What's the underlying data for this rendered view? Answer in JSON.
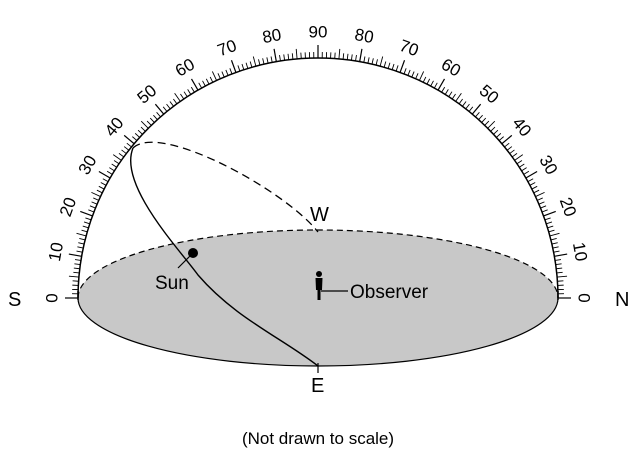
{
  "compass": {
    "south": "S",
    "north": "N",
    "west": "W",
    "east": "E"
  },
  "labels": {
    "sun": "Sun",
    "observer": "Observer",
    "caption": "(Not drawn to scale)"
  },
  "arc_scale": {
    "left_labels": [
      "0",
      "10",
      "20",
      "30",
      "40",
      "50",
      "60",
      "70",
      "80",
      "90"
    ],
    "right_labels": [
      "80",
      "70",
      "60",
      "50",
      "40",
      "30",
      "20",
      "10",
      "0"
    ],
    "minor_tick_step_deg": 1,
    "label_step_deg": 10
  },
  "colors": {
    "ground": "#c8c8c8",
    "line": "#000000"
  }
}
